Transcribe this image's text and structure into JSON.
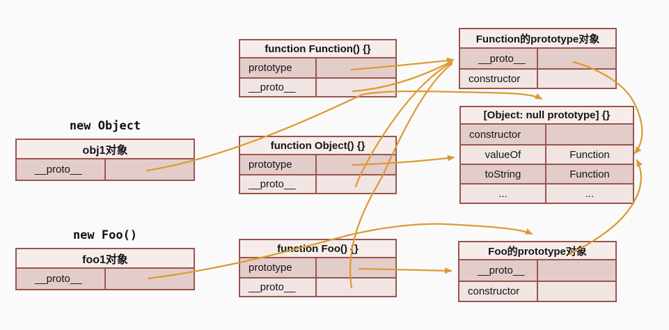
{
  "colors": {
    "arrow": "#dc9a33",
    "table_border": "#9a544e",
    "row_dark": "#e3cdca",
    "row_light": "#f1e5e3",
    "header_bg": "#f6edeb",
    "background": "#fafafa"
  },
  "annotations": {
    "new_object": "new Object",
    "new_foo": "new Foo()"
  },
  "tables": {
    "obj1": {
      "title": "obj1对象",
      "rows": [
        {
          "label": "__proto__",
          "value": ""
        }
      ]
    },
    "foo1": {
      "title": "foo1对象",
      "rows": [
        {
          "label": "__proto__",
          "value": ""
        }
      ]
    },
    "fn_function": {
      "title": "function Function() {}",
      "rows": [
        {
          "label": "prototype",
          "value": ""
        },
        {
          "label": "__proto__",
          "value": ""
        }
      ]
    },
    "fn_object": {
      "title": "function Object() {}",
      "rows": [
        {
          "label": "prototype",
          "value": ""
        },
        {
          "label": "__proto__",
          "value": ""
        }
      ]
    },
    "fn_foo": {
      "title": "function Foo() {}",
      "rows": [
        {
          "label": "prototype",
          "value": ""
        },
        {
          "label": "__proto__",
          "value": ""
        }
      ]
    },
    "function_prototype": {
      "title": "Function的prototype对象",
      "rows": [
        {
          "label": "__proto__",
          "value": ""
        },
        {
          "label": "constructor",
          "value": ""
        }
      ]
    },
    "object_prototype": {
      "title": "[Object: null prototype] {}",
      "rows": [
        {
          "label": "constructor",
          "value": ""
        },
        {
          "label": "valueOf",
          "value": "Function"
        },
        {
          "label": "toString",
          "value": "Function"
        },
        {
          "label": "...",
          "value": "..."
        }
      ]
    },
    "foo_prototype": {
      "title": "Foo的prototype对象",
      "rows": [
        {
          "label": "__proto__",
          "value": ""
        },
        {
          "label": "constructor",
          "value": ""
        }
      ]
    }
  },
  "arrows": [
    {
      "from": "function Function() {}.prototype",
      "to": "Function的prototype对象"
    },
    {
      "from": "function Function() {}.__proto__",
      "to": "Function的prototype对象"
    },
    {
      "from": "function Object() {}.__proto__",
      "to": "Function的prototype对象"
    },
    {
      "from": "function Foo() {}.__proto__",
      "to": "Function的prototype对象"
    },
    {
      "from": "obj1对象.__proto__",
      "to": "[Object: null prototype] {}"
    },
    {
      "from": "function Object() {}.prototype",
      "to": "[Object: null prototype] {}"
    },
    {
      "from": "Function的prototype对象.__proto__",
      "to": "[Object: null prototype] {}"
    },
    {
      "from": "Foo的prototype对象.__proto__",
      "to": "[Object: null prototype] {}"
    },
    {
      "from": "foo1对象.__proto__",
      "to": "Foo的prototype对象"
    },
    {
      "from": "function Foo() {}.prototype",
      "to": "Foo的prototype对象"
    }
  ]
}
